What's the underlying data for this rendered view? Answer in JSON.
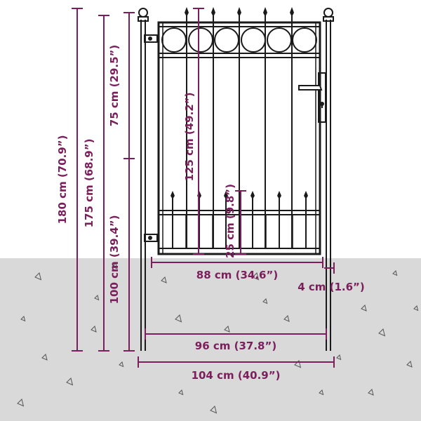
{
  "dimensions": {
    "total_height": "180 cm (70.9”)",
    "gate_height": "175 cm (68.9”)",
    "upper_section": "75 cm (29.5”)",
    "lower_section": "100 cm (39.4”)",
    "leaf_height": "125 cm (49.2”)",
    "spike_height": "25 cm (9.8”)",
    "leaf_width": "88 cm (34.6”)",
    "post_width": "4 cm (1.6”)",
    "inner_width": "96 cm (37.8”)",
    "total_width": "104 cm (40.9”)"
  },
  "colors": {
    "dimension": "#7a1f5c",
    "metal": "#1a1a1a",
    "ground": "#d9d9d9"
  },
  "icons": {
    "handle": "door-handle-icon",
    "lock": "keyhole-icon"
  }
}
